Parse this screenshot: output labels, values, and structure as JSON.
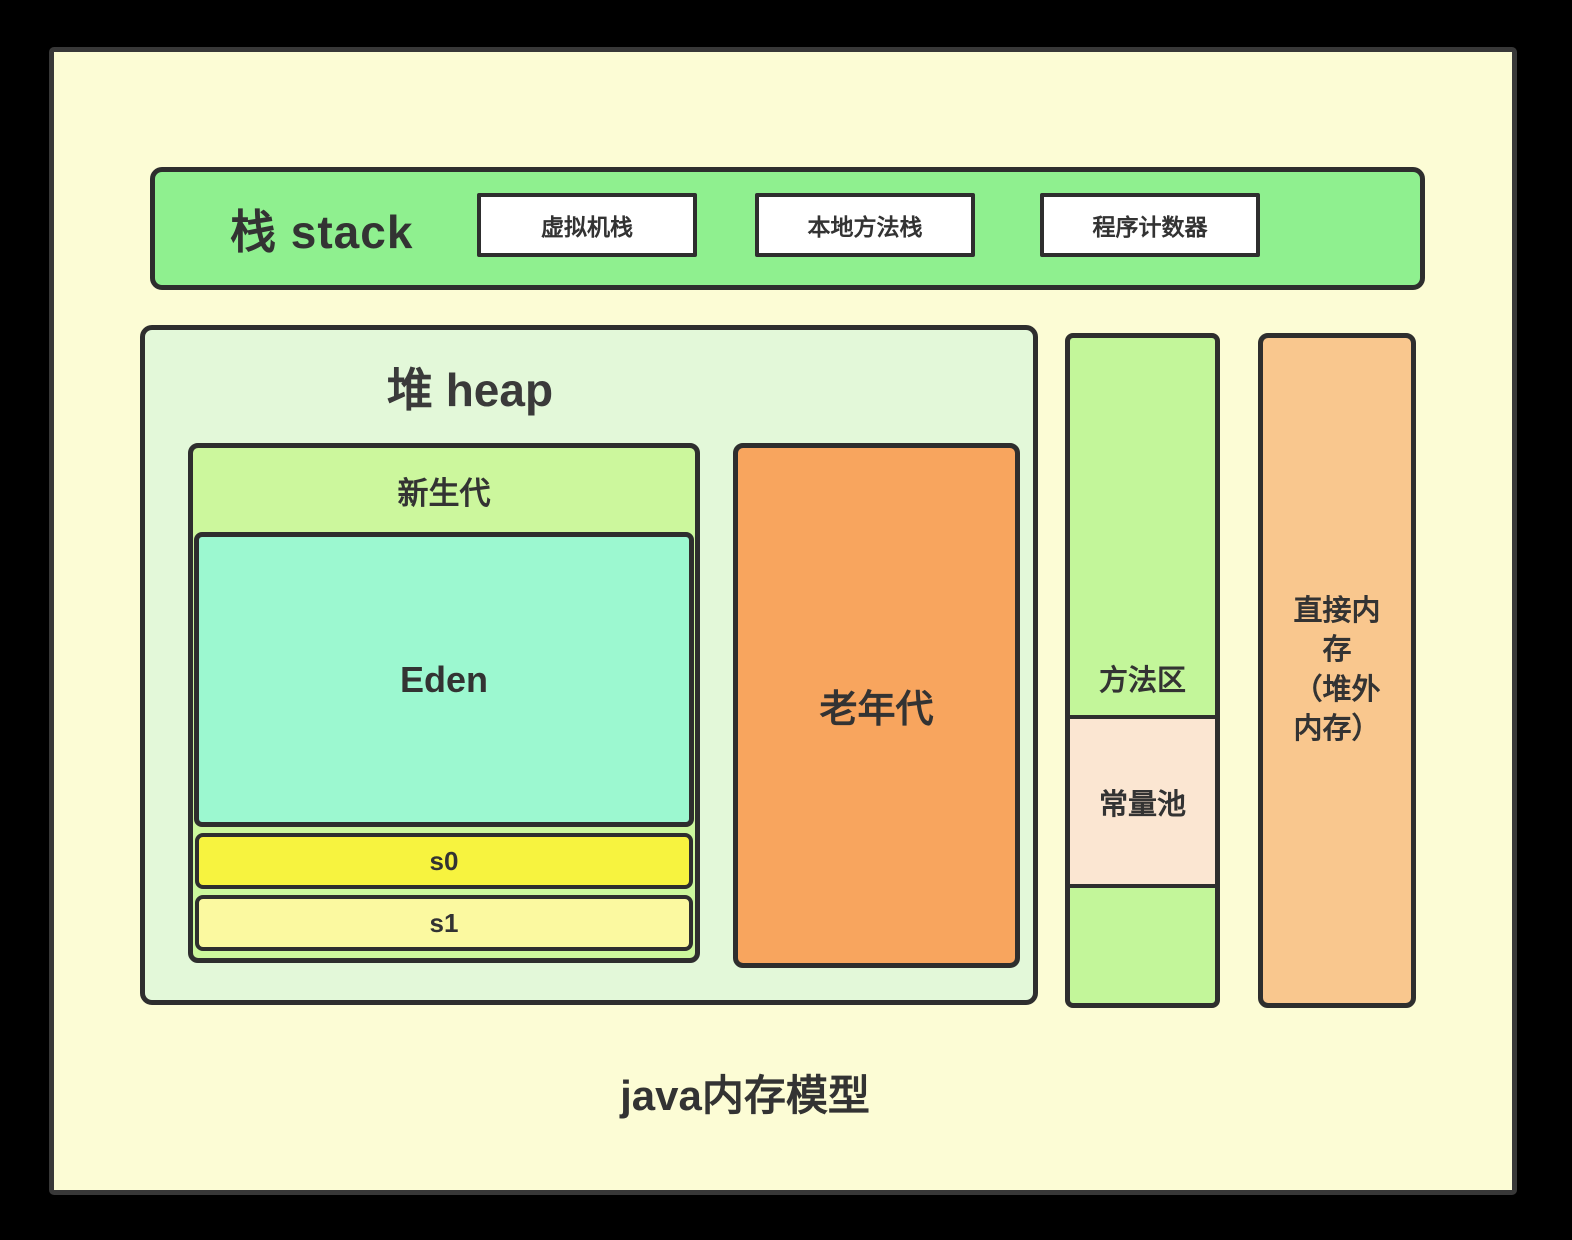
{
  "palette": {
    "frame": "#000000",
    "canvas_bg": "#fcfcd5",
    "stack_bar_green": "#8ff08f",
    "stack_box_white": "#ffffff",
    "heap_bg": "#e3f8d9",
    "young_gen_green": "#ccf79d",
    "eden_teal": "#9cf8d0",
    "s0_yellow": "#f7f33f",
    "s1_pale_yellow": "#fbf9a0",
    "old_gen_orange": "#f8a55e",
    "method_area_green": "#c3f69a",
    "constant_pool_peach": "#fbe6d2",
    "direct_memory_orange": "#f9c78e",
    "border_dark": "#2e2e2e",
    "text_dark": "#333333"
  },
  "stack_bar": {
    "title": "栈 stack",
    "boxes": [
      {
        "label": "虚拟机栈"
      },
      {
        "label": "本地方法栈"
      },
      {
        "label": "程序计数器"
      }
    ]
  },
  "heap": {
    "title": "堆 heap",
    "young_gen": {
      "title": "新生代",
      "eden_label": "Eden",
      "s0_label": "s0",
      "s1_label": "s1"
    },
    "old_gen_label": "老年代"
  },
  "method_area": {
    "title": "方法区",
    "constant_pool_label": "常量池"
  },
  "direct_memory": {
    "title": "直接内\n存\n（堆外\n内存）"
  },
  "footer": {
    "title": "java内存模型"
  }
}
